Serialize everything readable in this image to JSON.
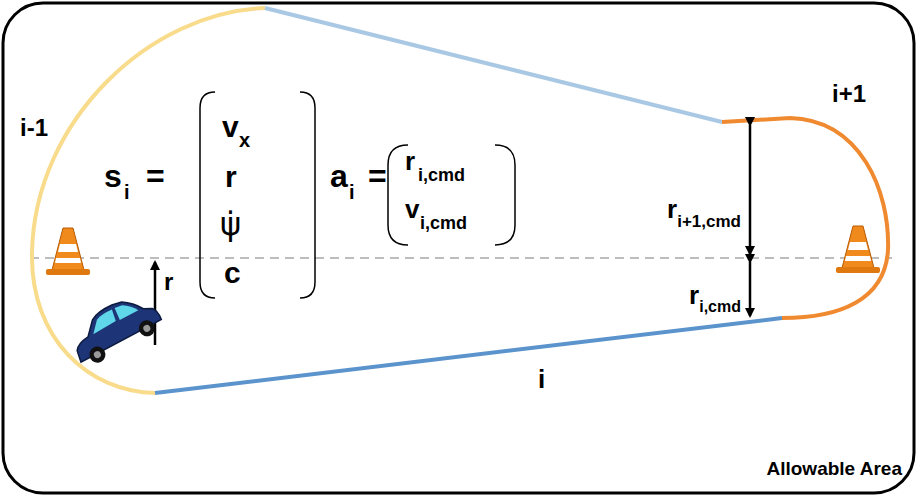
{
  "diagram": {
    "labels": [
      "i-1",
      "s",
      "i",
      "=",
      "v",
      "x",
      "r",
      "ψ̇",
      "c",
      "a",
      "i",
      "=",
      "r",
      "i,cmd",
      "v",
      "i,cmd",
      "r",
      "i+1,cmd",
      "r",
      "i,cmd",
      "r",
      "i+1",
      "i",
      "Allowable Area"
    ]
  }
}
